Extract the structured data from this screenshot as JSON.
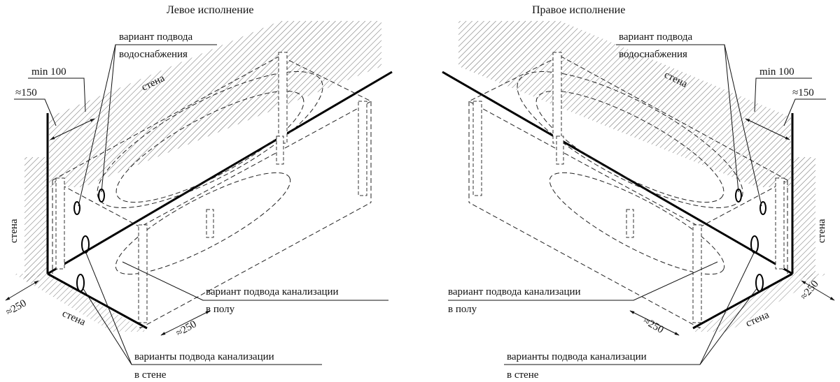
{
  "left": {
    "title": "Левое исполнение",
    "water_supply_line1": "вариант подвода",
    "water_supply_line2": "водоснабжения",
    "dim_min": "min 100",
    "dim_150": "≈150",
    "wall_top": "стена",
    "wall_side": "стена",
    "wall_bottom": "стена",
    "dim_250_left": "≈250",
    "dim_250_right": "≈250",
    "drain_floor_line1": "вариант подвода канализации",
    "drain_floor_line2": "в полу",
    "drain_wall_line1": "варианты подвода канализации",
    "drain_wall_line2": "в стене"
  },
  "right": {
    "title": "Правое исполнение",
    "water_supply_line1": "вариант подвода",
    "water_supply_line2": "водоснабжения",
    "dim_min": "min 100",
    "dim_150": "≈150",
    "wall_top": "стена",
    "wall_side": "стена",
    "wall_bottom": "стена",
    "dim_250_left": "≈250",
    "dim_250_right": "≈250",
    "drain_floor_line1": "вариант подвода канализации",
    "drain_floor_line2": "в полу",
    "drain_wall_line1": "варианты подвода канализации",
    "drain_wall_line2": "в стене"
  }
}
